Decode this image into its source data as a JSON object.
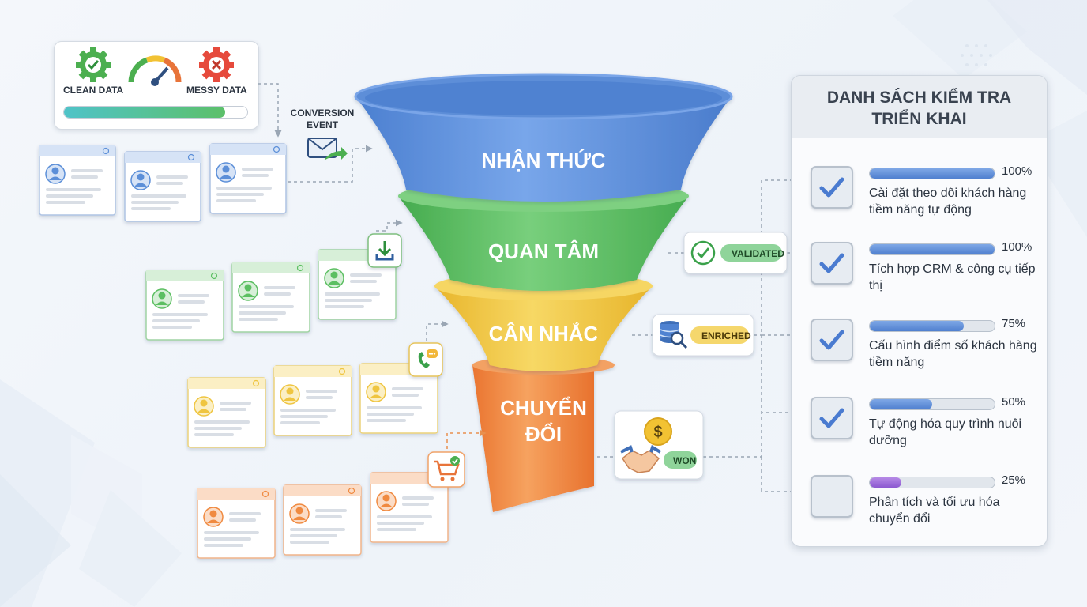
{
  "data_quality": {
    "clean_label": "CLEAN DATA",
    "messy_label": "MESSY DATA",
    "progress": 0.88
  },
  "conversion_event_label": "CONVERSION\nEVENT",
  "funnel": {
    "stages": [
      {
        "label": "NHẬN THỨC",
        "color": "#5b8fd8"
      },
      {
        "label": "QUAN TÂM",
        "color": "#5cbf62"
      },
      {
        "label": "CÂN NHẮC",
        "color": "#efc541"
      },
      {
        "label": "CHUYỂN\nĐỔI",
        "color": "#f08a40"
      }
    ]
  },
  "badges": {
    "validated": "VALIDATED",
    "enriched": "ENRICHED",
    "won": "WON"
  },
  "icons": [
    "gear-check-icon",
    "gauge-icon",
    "gear-x-icon",
    "globe-icon",
    "twitter-icon",
    "search-icon",
    "envelope-icon",
    "download-icon",
    "phone-chat-icon",
    "cart-icon",
    "check-circle-icon",
    "database-search-icon",
    "dollar-coin-icon",
    "handshake-icon"
  ],
  "checklist": {
    "title": "DANH SÁCH KIỂM TRA\nTRIỂN KHAI",
    "items": [
      {
        "pct": "100%",
        "progress": 1.0,
        "checked": true,
        "text": "Cài đặt theo dõi khách hàng tiềm năng tự động"
      },
      {
        "pct": "100%",
        "progress": 1.0,
        "checked": true,
        "text": "Tích hợp CRM & công cụ tiếp thị"
      },
      {
        "pct": "75%",
        "progress": 0.75,
        "checked": true,
        "text": "Cấu hình điểm số khách hàng tiềm năng"
      },
      {
        "pct": "50%",
        "progress": 0.5,
        "checked": true,
        "text": "Tự động hóa quy trình nuôi dưỡng"
      },
      {
        "pct": "25%",
        "progress": 0.25,
        "checked": false,
        "text": "Phân tích và tối ưu hóa chuyển đổi"
      }
    ]
  },
  "colors": {
    "blue": "#5b8fd8",
    "green": "#5cbf62",
    "yellow": "#efc541",
    "orange": "#f08a40",
    "check": "#4a7bd0",
    "purple": "#9a64d9"
  }
}
